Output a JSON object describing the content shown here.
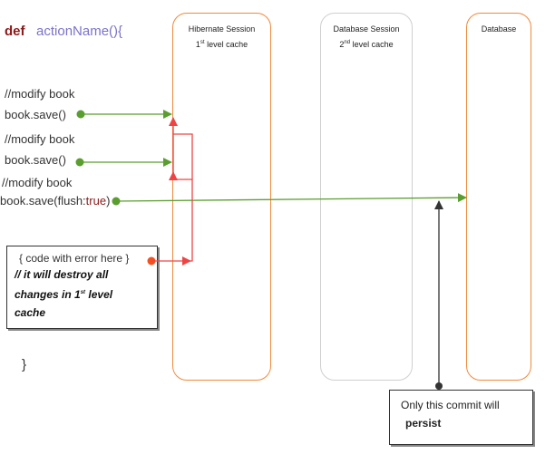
{
  "code": {
    "def_keyword": "def",
    "function_header": "actionName(){",
    "block1_comment": "//modify book",
    "block1_call": "book.save()",
    "block2_comment": "//modify book",
    "block2_call": "book.save()",
    "block3_comment": "//modify book",
    "block3_call_prefix": "book.save(flush:",
    "block3_call_value": "true",
    "block3_call_suffix": ")",
    "closing_brace": "}"
  },
  "error_box": {
    "line1": "{ code with error here }",
    "line2": "// it will destroy all",
    "line3": "changes in 1",
    "line3_sup": "st",
    "line3_end": " level",
    "line4": "cache"
  },
  "lanes": {
    "hibernate_title": "Hibernate Session",
    "hibernate_sub_num": "1",
    "hibernate_sub_sup": "st",
    "hibernate_sub_rest": " level cache",
    "database_session_title": "Database Session",
    "database_session_sub_num": "2",
    "database_session_sub_sup": "nd",
    "database_session_sub_rest": " level cache",
    "database_title": "Database"
  },
  "callout": {
    "line1": "Only this commit will",
    "line2": "persist"
  },
  "colors": {
    "hibernate_border": "#f08a3c",
    "database_session_border": "#cfcfcf",
    "database_border": "#f08a3c",
    "green_arrow": "#5a9e2f",
    "red_arrow": "#ef4444",
    "error_dot": "#f4511e",
    "dark_arrow": "#333333"
  }
}
